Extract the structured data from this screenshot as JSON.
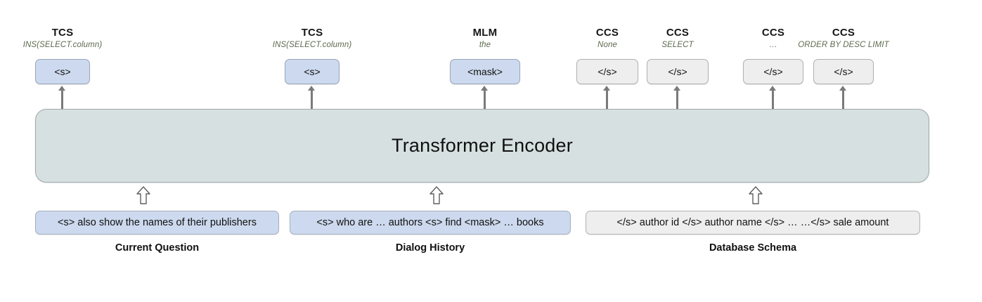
{
  "diagram": {
    "encoder": {
      "label": "Transformer Encoder"
    },
    "task_labels": [
      {
        "title": "TCS",
        "subtitle": "INS(SELECT.column)"
      },
      {
        "title": "TCS",
        "subtitle": "INS(SELECT.column)"
      },
      {
        "title": "MLM",
        "subtitle": "the"
      },
      {
        "title": "CCS",
        "subtitle": "None"
      },
      {
        "title": "CCS",
        "subtitle": "SELECT"
      },
      {
        "title": "CCS",
        "subtitle": "…"
      },
      {
        "title": "CCS",
        "subtitle": "ORDER BY DESC LIMIT"
      }
    ],
    "output_tokens": [
      {
        "text": "<s>",
        "style": "blue"
      },
      {
        "text": "<s>",
        "style": "blue"
      },
      {
        "text": "<mask>",
        "style": "blue"
      },
      {
        "text": "</s>",
        "style": "gray"
      },
      {
        "text": "</s>",
        "style": "gray"
      },
      {
        "text": "</s>",
        "style": "gray"
      },
      {
        "text": "</s>",
        "style": "gray"
      }
    ],
    "input_segments": [
      {
        "text": "<s> also show the names of their publishers",
        "caption": "Current Question",
        "style": "blue"
      },
      {
        "text": "<s> who are … authors <s> find <mask>  …  books",
        "caption": "Dialog History",
        "style": "blue"
      },
      {
        "text": "</s> author id </s> author name </s> … …</s> sale amount",
        "caption": "Database Schema",
        "style": "gray"
      }
    ],
    "colors": {
      "encoder_fill": "#d6e0e1",
      "token_blue": "#ccd9ee",
      "token_gray": "#eeeeee",
      "subtitle_text": "#5e6a4f",
      "arrow": "#7a7a7a"
    }
  }
}
